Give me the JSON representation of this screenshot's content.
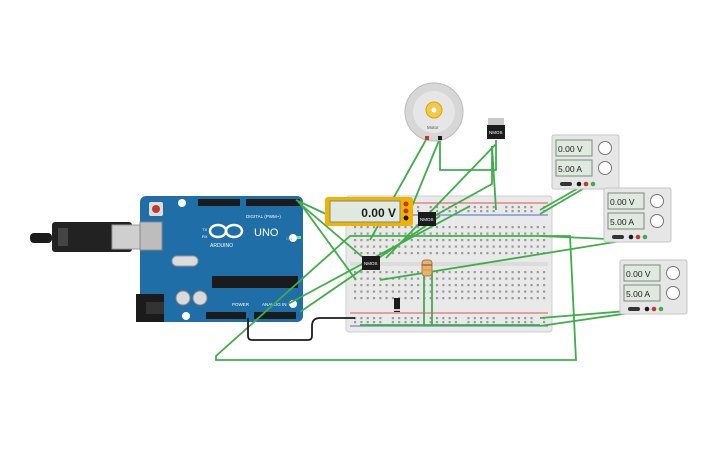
{
  "arduino": {
    "brand": "ARDUINO",
    "model": "UNO",
    "digital_label": "DIGITAL (PWM~)",
    "power_label": "POWER",
    "analog_label": "ANALOG IN",
    "on_label": "ON",
    "tx_label": "TX",
    "rx_label": "RX"
  },
  "motor": {
    "label": "Motor"
  },
  "transistors": [
    {
      "label": "NMOS"
    },
    {
      "label": "NMOS"
    },
    {
      "label": "NMOS"
    }
  ],
  "multimeter": {
    "reading": "0.00 V"
  },
  "power_supplies": [
    {
      "voltage": "0.00 V",
      "current": "5.00 A"
    },
    {
      "voltage": "0.00 V",
      "current": "5.00 A"
    },
    {
      "voltage": "0.00 V",
      "current": "5.00 A"
    }
  ],
  "colors": {
    "wire": "#3fae49",
    "arduino_board": "#1f6ea8",
    "breadboard": "#e9e9e9",
    "multimeter_frame": "#f2b300",
    "rail_red": "#e05252",
    "rail_blue": "#4a6fd1"
  }
}
